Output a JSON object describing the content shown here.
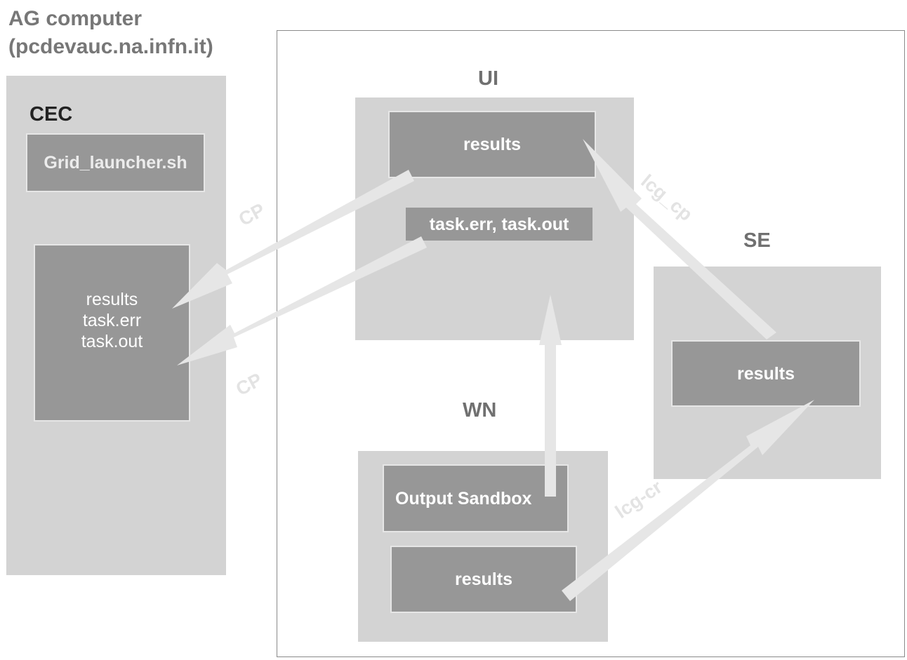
{
  "header": {
    "line1": "AG computer",
    "line2": "(pcdevauc.na.infn.it)"
  },
  "cec": {
    "label": "CEC",
    "launcher": "Grid_launcher.sh",
    "files": [
      "results",
      "task.err",
      "task.out"
    ]
  },
  "ui": {
    "label": "UI",
    "results": "results",
    "task_files": "task.err, task.out"
  },
  "se": {
    "label": "SE",
    "results": "results"
  },
  "wn": {
    "label": "WN",
    "output_sandbox": "Output Sandbox",
    "results": "results"
  },
  "arrows": {
    "cp_top": "CP",
    "cp_bottom": "CP",
    "lcg_cp": "lcg_cp",
    "lcg_cr": "lcg-cr"
  },
  "colors": {
    "panel": "#d3d3d3",
    "box": "#979797",
    "arrow": "#e6e6e6",
    "title": "#777777"
  }
}
